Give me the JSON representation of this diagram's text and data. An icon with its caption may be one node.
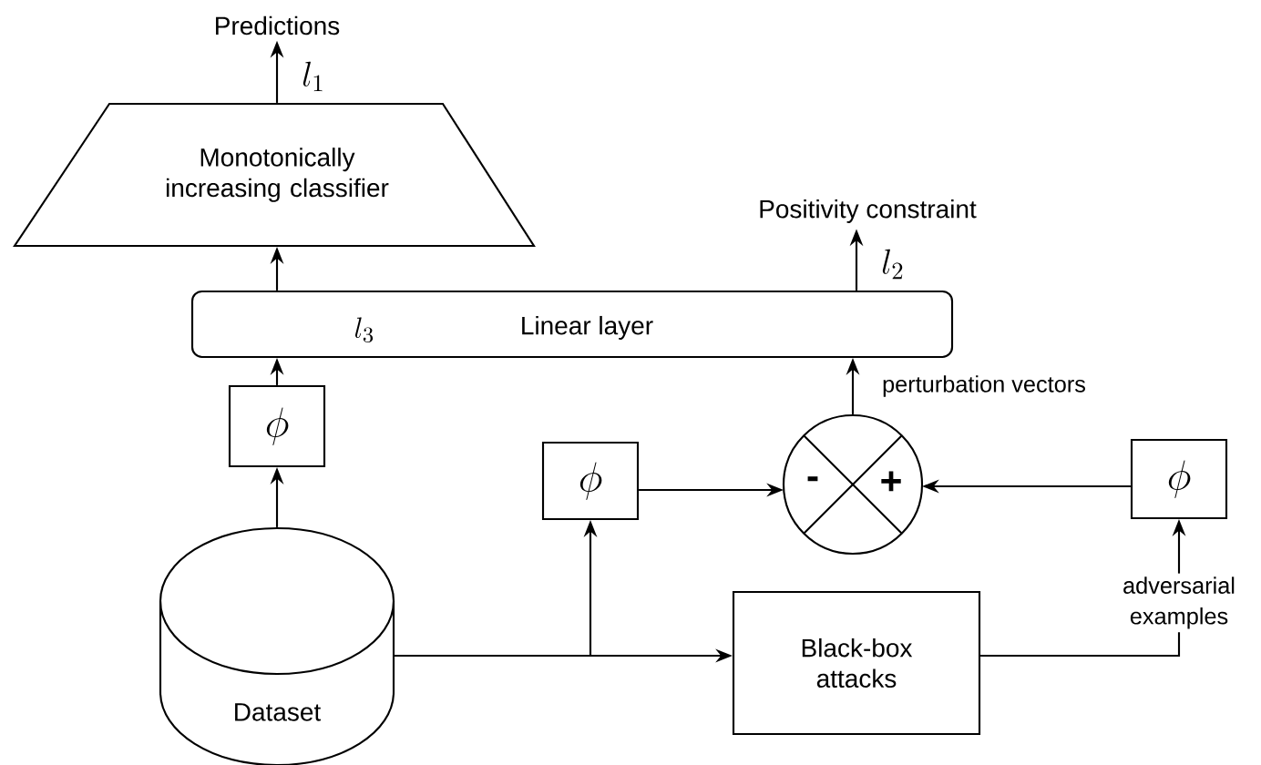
{
  "diagram": {
    "nodes": [
      {
        "text": [
          "Monotonically increasing classifier"
        ]
      },
      {
        "text": [
          "l_3",
          "Linear layer"
        ]
      },
      {
        "text": [
          "\\phi"
        ]
      },
      {
        "text": [
          "Dataset"
        ]
      },
      {
        "text": [
          "\\phi"
        ]
      },
      {
        "text": [
          "-",
          "+"
        ]
      },
      {
        "text": [
          "\\phi"
        ]
      },
      {
        "text": [
          "Black-box attacks"
        ]
      },
      {
        "text": [
          "Predictions"
        ]
      },
      {
        "text": [
          "Positivity constraint"
        ]
      },
      {
        "text": [
          "adversarial examples"
        ]
      }
    ],
    "edges": [
      {
        "from": 1,
        "to": 0,
        "arrow": "to"
      },
      {
        "from": 0,
        "to": 8,
        "arrow": "to",
        "label": "l_1"
      },
      {
        "from": 1,
        "to": 9,
        "arrow": "to",
        "label": "l_2"
      },
      {
        "from": 2,
        "to": 1,
        "arrow": "to"
      },
      {
        "from": 3,
        "to": 2,
        "arrow": "to"
      },
      {
        "from": 3,
        "to": 7,
        "arrow": "to"
      },
      {
        "from": 3,
        "to": 4,
        "arrow": "to"
      },
      {
        "from": 4,
        "to": 5,
        "arrow": "to"
      },
      {
        "from": 6,
        "to": 5,
        "arrow": "to"
      },
      {
        "from": 5,
        "to": 1,
        "arrow": "to",
        "label": "perturbation vectors"
      },
      {
        "from": 7,
        "to": 10,
        "arrow": "none"
      },
      {
        "from": 10,
        "to": 6,
        "arrow": "to"
      }
    ]
  }
}
